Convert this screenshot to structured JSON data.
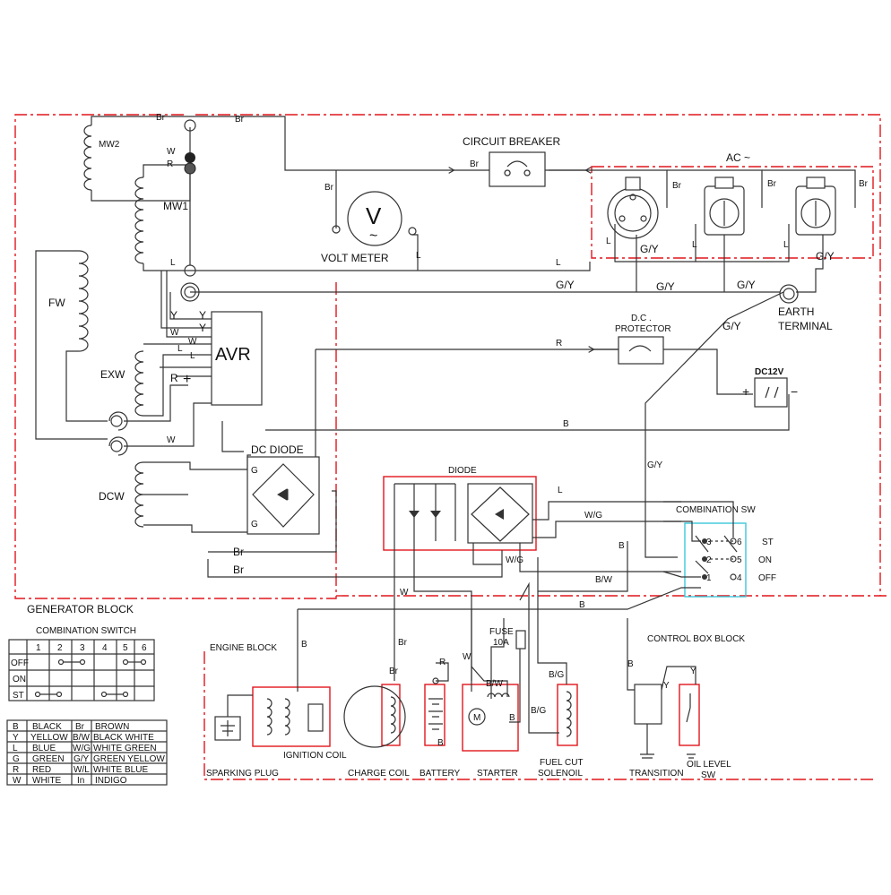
{
  "blocks": {
    "generator": "GENERATOR BLOCK",
    "engine": "ENGINE BLOCK",
    "control_box": "CONTROL BOX BLOCK"
  },
  "components": {
    "circuit_breaker": "CIRCUIT BREAKER",
    "ac": "AC ~",
    "volt_meter": "VOLT METER",
    "volt_symbol": "V",
    "volt_tilde": "~",
    "earth_terminal_1": "EARTH",
    "earth_terminal_2": "TERMINAL",
    "dc_protector_1": "D.C .",
    "dc_protector_2": "PROTECTOR",
    "dc12v": "DC12V",
    "avr": "AVR",
    "dc_diode": "DC DIODE",
    "diode": "DIODE",
    "combination_sw": "COMBINATION SW",
    "fuse_1": "FUSE",
    "fuse_2": "10A",
    "sparking_plug": "SPARKING PLUG",
    "ignition_coil": "IGNITION COIL",
    "charge_coil": "CHARGE COIL",
    "battery": "BATTERY",
    "starter": "STARTER",
    "fuel_cut_1": "FUEL CUT",
    "fuel_cut_2": "SOLENOIL",
    "transition": "TRANSITION",
    "oil_level_1": "OIL LEVEL",
    "oil_level_2": "SW",
    "motor": "M"
  },
  "windings": {
    "mw2": "MW2",
    "mw1": "MW1",
    "fw": "FW",
    "exw": "EXW",
    "dcw": "DCW"
  },
  "switch_positions": {
    "st": "ST",
    "on": "ON",
    "off": "OFF"
  },
  "switch_terminals": [
    "3",
    "2",
    "1",
    "6",
    "5",
    "4"
  ],
  "wires": {
    "br": "Br",
    "w": "W",
    "r": "R",
    "l": "L",
    "gy": "G/Y",
    "y": "Y",
    "b": "B",
    "g": "G",
    "wg": "W/G",
    "bw": "B/W",
    "bg": "B/G",
    "plus": "+",
    "minus": "−"
  },
  "combination_switch_table": {
    "title": "COMBINATION SWITCH",
    "columns": [
      "1",
      "2",
      "3",
      "4",
      "5",
      "6"
    ],
    "rows": [
      "OFF",
      "ON",
      "ST"
    ]
  },
  "color_legend": [
    [
      "B",
      "BLACK",
      "Br",
      "BROWN"
    ],
    [
      "Y",
      "YELLOW",
      "B/W",
      "BLACK WHITE"
    ],
    [
      "L",
      "BLUE",
      "W/G",
      "WHITE GREEN"
    ],
    [
      "G",
      "GREEN",
      "G/Y",
      "GREEN YELLOW"
    ],
    [
      "R",
      "RED",
      "W/L",
      "WHITE BLUE"
    ],
    [
      "W",
      "WHITE",
      "In",
      "INDIGO"
    ]
  ],
  "colors": {
    "wire": "#333333",
    "block_outline": "#e0161c",
    "switch_outline": "#3cc8dc"
  }
}
